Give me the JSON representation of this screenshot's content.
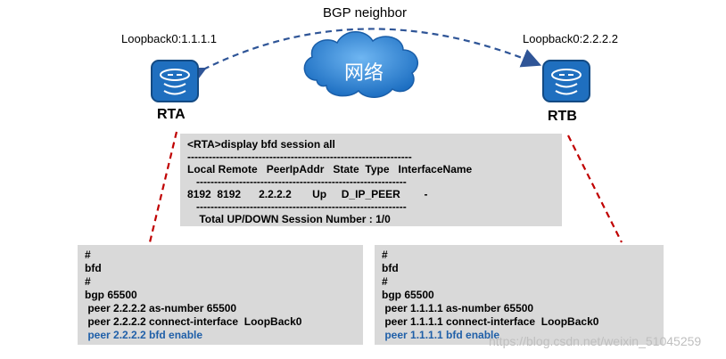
{
  "diagram": {
    "bgp_label": "BGP neighbor",
    "network_label": "网络",
    "rta": {
      "name": "RTA",
      "loopback": "Loopback0:1.1.1.1"
    },
    "rtb": {
      "name": "RTB",
      "loopback": "Loopback0:2.2.2.2"
    },
    "colors": {
      "arrow": "#2f5597",
      "router": "#1f6fbf",
      "cloud": "#2e86d8",
      "red_dash": "#c00000",
      "panel": "#d9d9d9",
      "highlight": "#1f5fa8"
    }
  },
  "display_box": {
    "command": "<RTA>display bfd session all",
    "rule1": "---------------------------------------------------------------",
    "header": "Local Remote   PeerIpAddr   State  Type   InterfaceName",
    "rule2": "   -----------------------------------------------------------",
    "row": "8192  8192      2.2.2.2       Up     D_IP_PEER        -",
    "rule3": "   -----------------------------------------------------------",
    "total": "    Total UP/DOWN Session Number : 1/0"
  },
  "config_left": {
    "lines": [
      "#",
      "bfd",
      "#",
      "bgp 65500",
      " peer 2.2.2.2 as-number 65500",
      " peer 2.2.2.2 connect-interface  LoopBack0"
    ],
    "highlight": " peer 2.2.2.2 bfd enable"
  },
  "config_right": {
    "lines": [
      "#",
      "bfd",
      "#",
      "bgp 65500",
      " peer 1.1.1.1 as-number 65500",
      " peer 1.1.1.1 connect-interface  LoopBack0"
    ],
    "highlight": " peer 1.1.1.1 bfd enable"
  },
  "watermark": "https://blog.csdn.net/weixin_51045259"
}
